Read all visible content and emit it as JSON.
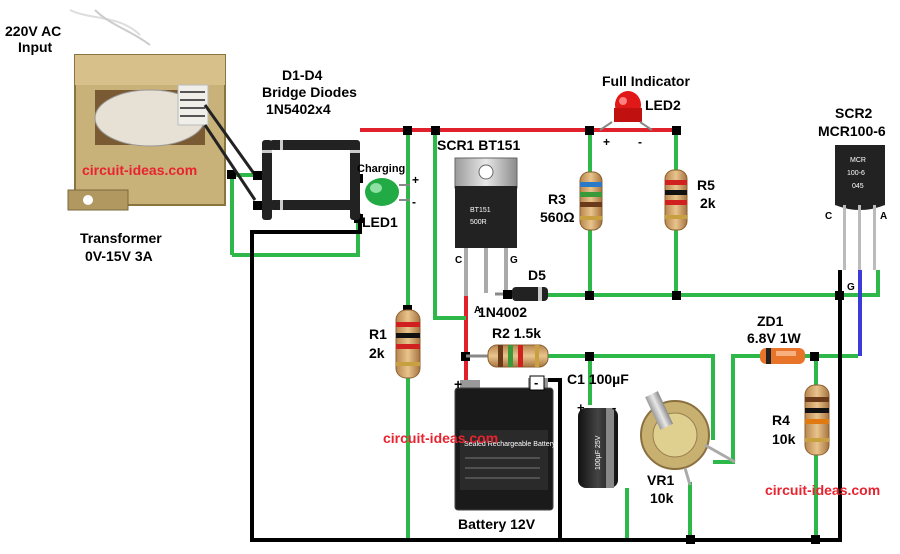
{
  "labels": {
    "ac_input_line1": "220V AC",
    "ac_input_line2": "Input",
    "transformer_line1": "Transformer",
    "transformer_line2": "0V-15V 3A",
    "bridge_line1": "D1-D4",
    "bridge_line2": "Bridge Diodes",
    "bridge_line3": "1N5402x4",
    "charging": "Charging",
    "led1": "LED1",
    "full_indicator": "Full Indicator",
    "led2": "LED2",
    "scr1": "SCR1  BT151",
    "scr2_line1": "SCR2",
    "scr2_line2": "MCR100-6",
    "r3_line1": "R3",
    "r3_line2": "560Ω",
    "r5_line1": "R5",
    "r5_line2": "2k",
    "d5_line1": "D5",
    "d5_line2": "1N4002",
    "r1_line1": "R1",
    "r1_line2": "2k",
    "r2": "R2 1.5k",
    "c1": "C1  100µF",
    "zd1_line1": "ZD1",
    "zd1_line2": "6.8V 1W",
    "r4_line1": "R4",
    "r4_line2": "10k",
    "vr1_line1": "VR1",
    "vr1_line2": "10k",
    "battery": "Battery 12V",
    "plus": "+",
    "minus": "-",
    "minus_box": "-"
  },
  "pins": {
    "scr1_c": "C",
    "scr1_g": "G",
    "scr1_a": "A",
    "scr2_c": "C",
    "scr2_a": "A",
    "scr2_g": "G"
  },
  "component_markings": {
    "scr1_text1": "BT151",
    "scr1_text2": "500R",
    "scr2_text1": "MCR",
    "scr2_text2": "100-6",
    "scr2_text3": "045",
    "cap_text": "100µF 25V",
    "battery_title": "Sealed Rechargeable Battery"
  },
  "watermarks": [
    "circuit-ideas.com",
    "circuit-ideas.com",
    "circuit-ideas.com"
  ],
  "colors": {
    "wire_red": "#e0202a",
    "wire_green": "#2eb84a",
    "wire_black": "#000000",
    "wire_blue": "#3b3bd6",
    "watermark": "#e8232f"
  }
}
